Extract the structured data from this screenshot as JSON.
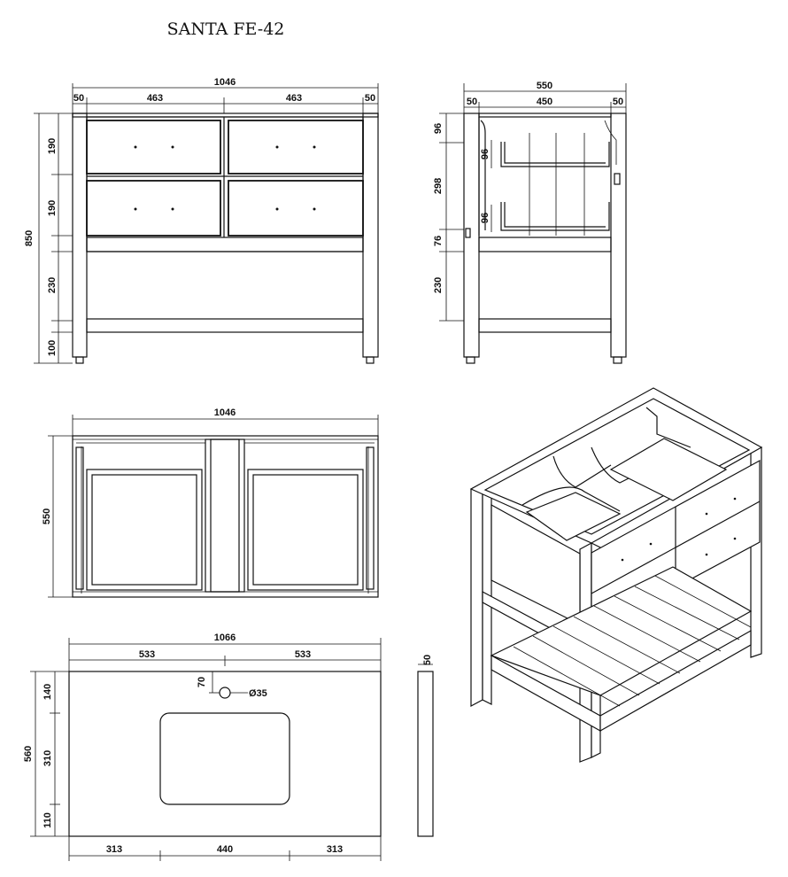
{
  "title": "SANTA FE-42",
  "front_view": {
    "overall_width": "1046",
    "leg_left": "50",
    "drawer_left": "463",
    "drawer_right": "463",
    "leg_right": "50",
    "overall_height": "850",
    "row1": "190",
    "row2": "190",
    "open_shelf": "230",
    "base": "100"
  },
  "side_view": {
    "overall_depth": "550",
    "leg_front": "50",
    "inner": "450",
    "leg_back": "50",
    "top_rail": "96",
    "drawer_box_upper": "96",
    "drawer_section": "298",
    "drawer_box_lower": "96",
    "bottom_rail": "76",
    "shelf_gap": "230"
  },
  "top_view": {
    "width": "1046",
    "depth": "550"
  },
  "countertop": {
    "width": "1066",
    "half_left": "533",
    "half_right": "533",
    "faucet_offset": "70",
    "faucet_hole": "Ø35",
    "depth": "560",
    "back_to_sink": "140",
    "sink_depth": "310",
    "front_to_sink": "110",
    "left_margin": "313",
    "sink_width": "440",
    "right_margin": "313",
    "thickness": "50"
  }
}
